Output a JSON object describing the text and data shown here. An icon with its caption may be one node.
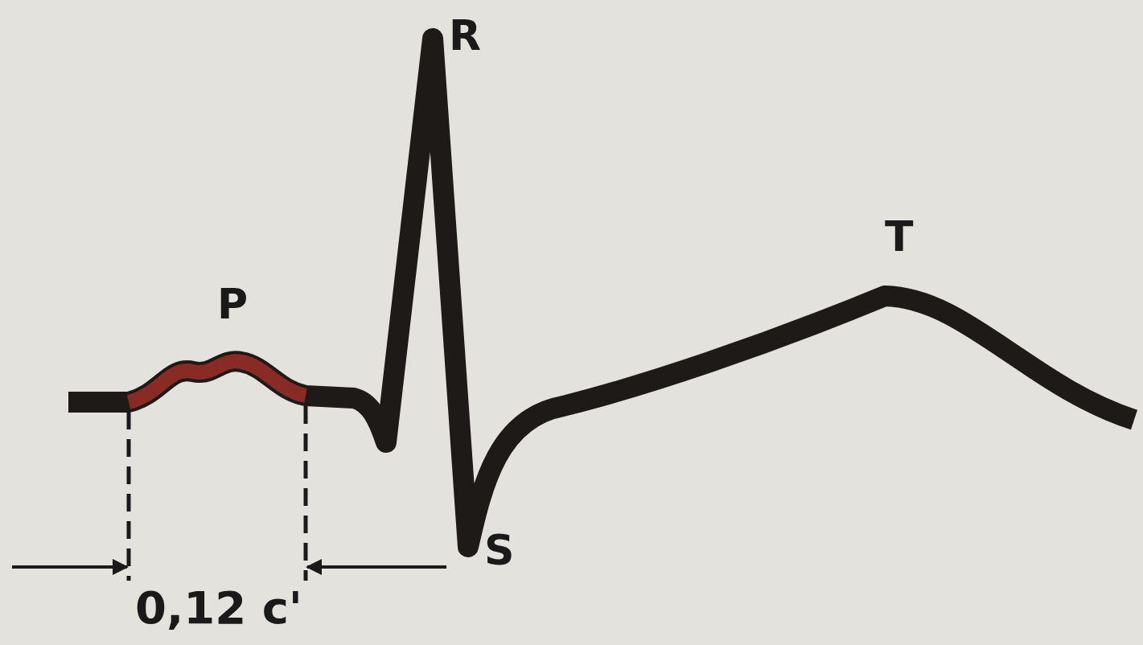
{
  "diagram": {
    "labels": [
      "R",
      "T",
      "P",
      "S",
      "0,12 c'"
    ]
  }
}
